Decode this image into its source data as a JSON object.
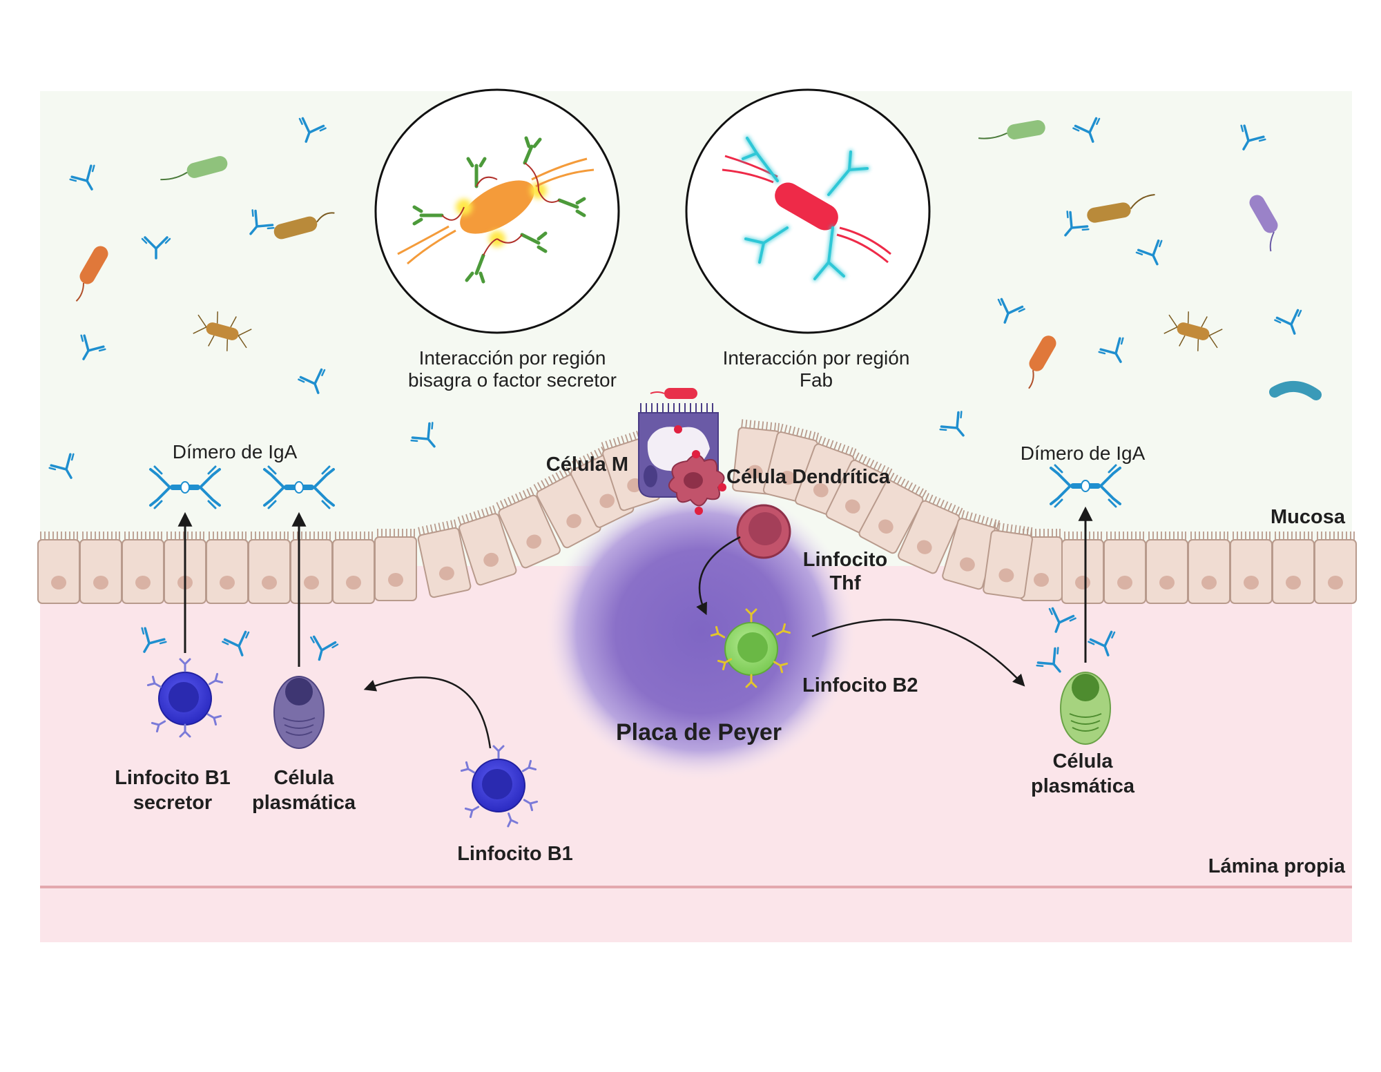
{
  "labels": {
    "mucosa": "Mucosa",
    "lamina_propia": "Lámina propia",
    "hinge_1": "Interacción por región",
    "hinge_2": "bisagra o factor secretor",
    "fab_1": "Interacción por región",
    "fab_2": "Fab",
    "dimer_left": "Dímero de IgA",
    "dimer_right": "Dímero de IgA",
    "m_cell": "Célula M",
    "dendritic": "Célula Dendrítica",
    "thf_1": "Linfocito",
    "thf_2": "Thf",
    "b2": "Linfocito B2",
    "peyer": "Placa de Peyer",
    "b1_secretor_1": "Linfocito B1",
    "b1_secretor_2": "secretor",
    "plasma_left_1": "Célula",
    "plasma_left_2": "plasmática",
    "b1": "Linfocito B1",
    "plasma_right_1": "Célula",
    "plasma_right_2": "plasmática"
  },
  "colors": {
    "mucosa_bg": "#f5f9f2",
    "lamina_bg": "#fbe5ea",
    "epithelium": "#f0dcd2",
    "peyer": "#8a70c8",
    "antibody": "#1f8fcf",
    "b1_cell": "#3f3fd6",
    "b2_cell": "#8fd66a",
    "thf_cell": "#c2536b",
    "m_cell": "#6a5aa6",
    "plasma_right": "#a6d37f",
    "plasma_left": "#7a6ea8"
  },
  "icons": [
    "bacteria-icon",
    "antibody-icon",
    "iga-dimer-icon",
    "epithelial-cell-icon",
    "lymphocyte-icon",
    "plasma-cell-icon",
    "dendritic-cell-icon",
    "m-cell-icon",
    "arrow-icon"
  ]
}
